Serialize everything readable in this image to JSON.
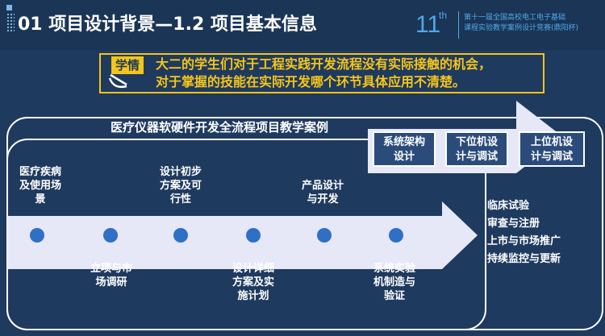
{
  "header": {
    "title": "01 项目设计背景—1.2  项目基本信息",
    "logo_number": "11",
    "logo_sup": "th",
    "logo_line1": "第十一届全国高校电工电子基础",
    "logo_line2": "课程实验教学案例设计竞赛(鼎阳杯)"
  },
  "problem": {
    "badge": "学情",
    "line1": "大二的学生们对于工程实践开发流程没有实际接触的机会，",
    "line2": "对于掌握的技能在实际开发哪个环节具体应用不清楚。"
  },
  "case_title": "医疗仪器软硬件开发全流程项目教学案例",
  "stages": [
    {
      "line1": "系统架构",
      "line2": "设计"
    },
    {
      "line1": "下位机设",
      "line2": "计与调试"
    },
    {
      "line1": "上位机设",
      "line2": "计与调试"
    }
  ],
  "phases_top": [
    {
      "line1": "医疗疾病",
      "line2": "及使用场",
      "line3": "景"
    },
    {
      "line1": "设计初步",
      "line2": "方案及可",
      "line3": "行性"
    },
    {
      "line1": "产品设计",
      "line2": "与开发",
      "line3": ""
    }
  ],
  "phases_bottom": [
    {
      "line1": "立项与市",
      "line2": "场调研",
      "line3": ""
    },
    {
      "line1": "设计详细",
      "line2": "方案及实",
      "line3": "施计划"
    },
    {
      "line1": "系统实验",
      "line2": "机制造与",
      "line3": "验证"
    }
  ],
  "post_steps": [
    "临床试验",
    "审查与注册",
    "上市与市场推广",
    "持续监控与更新"
  ],
  "colors": {
    "background": "#1f3a5f",
    "accent": "#f5c518",
    "arrow": "#e6e8f7",
    "dot": "#2f6fc6"
  }
}
